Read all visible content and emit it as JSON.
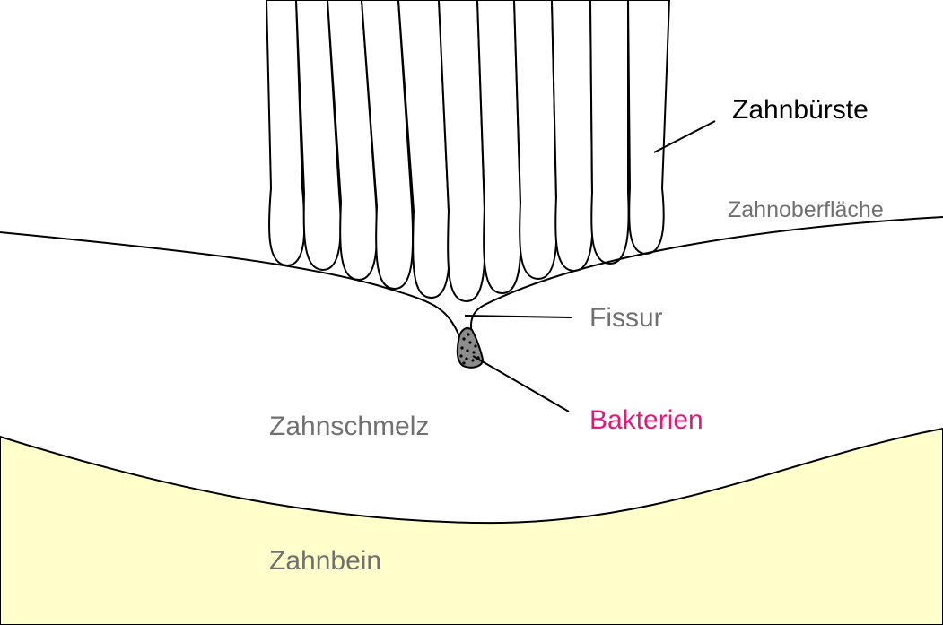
{
  "labels": {
    "toothbrush": "Zahnbürste",
    "tooth_surface": "Zahnoberfläche",
    "fissure": "Fissur",
    "bacteria": "Bakterien",
    "enamel": "Zahnschmelz",
    "dentin": "Zahnbein"
  },
  "colors": {
    "dentin_fill": "#ffffcc",
    "stroke": "#000000",
    "grey_label": "#707070",
    "bacteria_label": "#e0197d",
    "bacteria_fill": "#8c8c8c",
    "black_label": "#000000"
  }
}
